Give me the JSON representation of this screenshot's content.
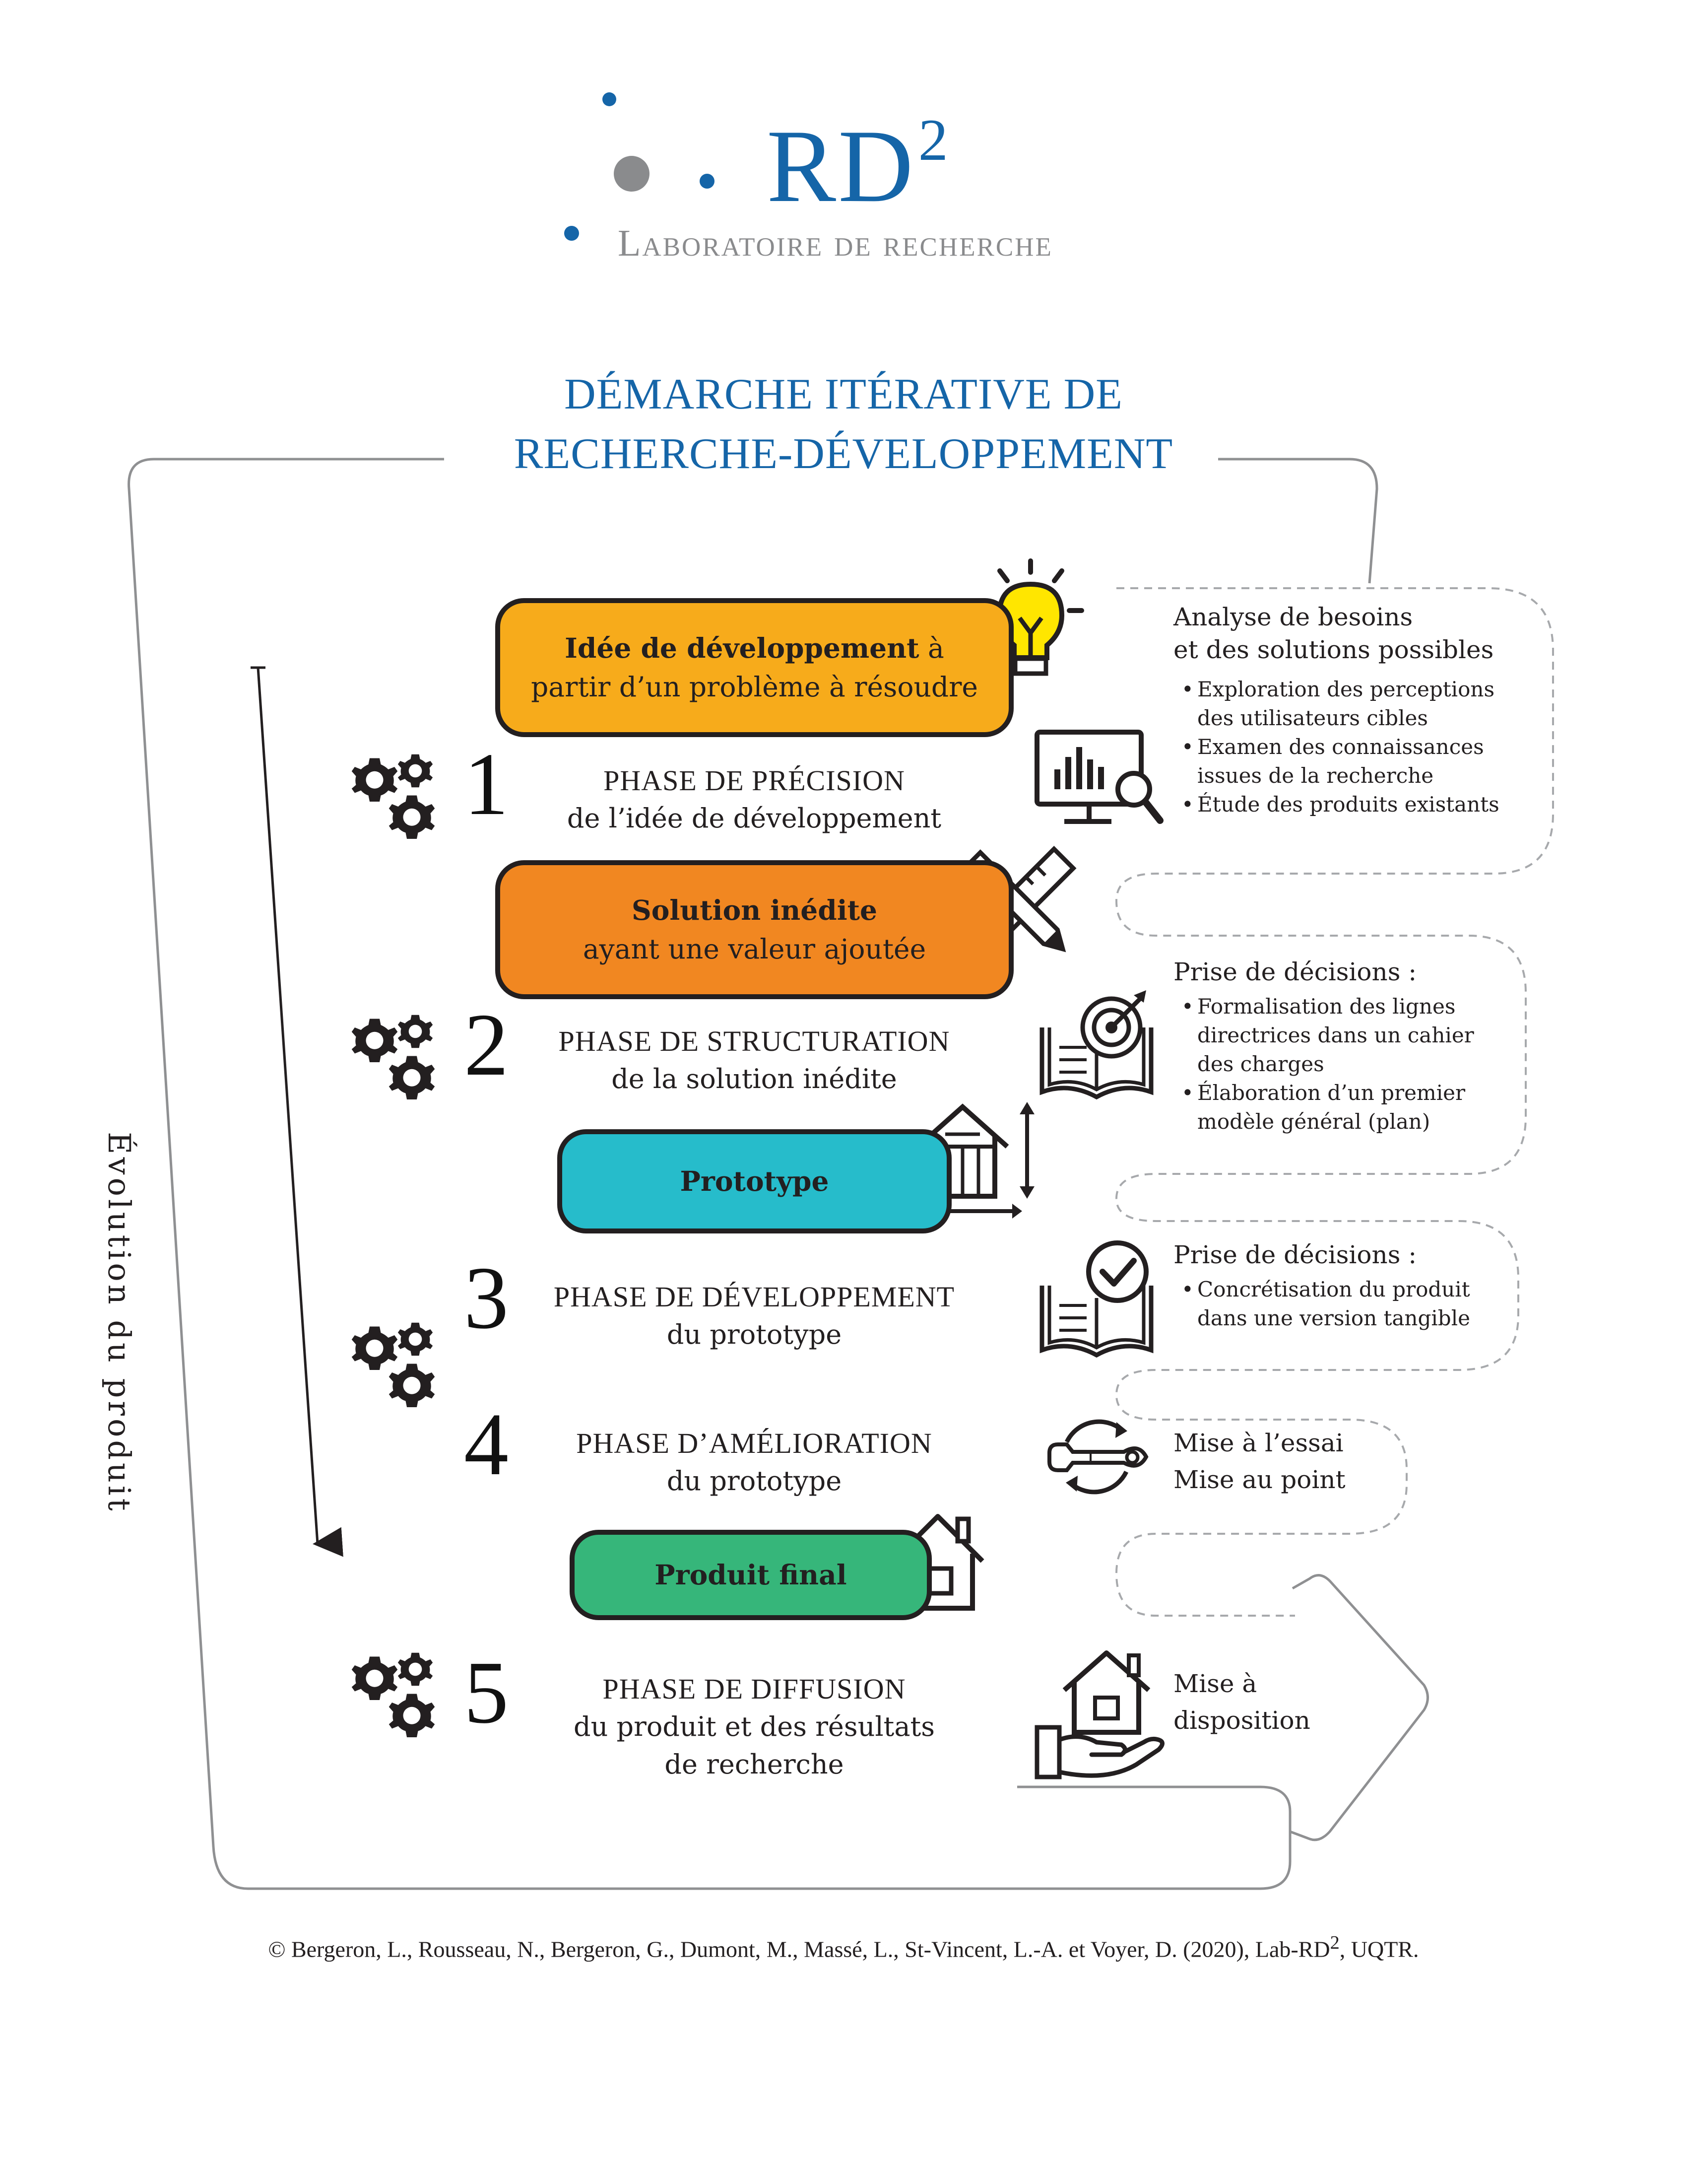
{
  "logo": {
    "name": "RD",
    "sup": "2",
    "subtitle": "Laboratoire de recherche"
  },
  "title": {
    "line1": "DÉMARCHE ITÉRATIVE DE",
    "line2": "RECHERCHE-DÉVELOPPEMENT"
  },
  "axis_label": "Évolution du produit",
  "boxes": [
    {
      "bold": "Idée de développement",
      "line1_rest": " à",
      "line2": "partir d’un problème à résoudre",
      "color": "#f7ab1b"
    },
    {
      "bold": "Solution inédite",
      "line2": "ayant une valeur ajoutée",
      "color": "#f18721"
    },
    {
      "bold": "Prototype",
      "color": "#26bccb"
    },
    {
      "bold": "Produit final",
      "color": "#36b67a"
    }
  ],
  "phases": [
    {
      "number": "1",
      "line1": "PHASE DE PRÉCISION",
      "line2": "de l’idée de développement",
      "icon": "analytics-monitor-icon"
    },
    {
      "number": "2",
      "line1": "PHASE DE STRUCTURATION",
      "line2": "de la solution inédite",
      "icon": "book-target-icon"
    },
    {
      "number": "3",
      "line1": "PHASE DE DÉVELOPPEMENT",
      "line2": "du prototype",
      "icon": "book-check-icon"
    },
    {
      "number": "4",
      "line1": "PHASE D’AMÉLIORATION",
      "line2": "du prototype",
      "icon": "wrench-cycle-icon"
    },
    {
      "number": "5",
      "line1": "PHASE DE DIFFUSION",
      "line2": "du produit et des résultats",
      "line3": "de recherche",
      "icon": "hand-house-icon"
    }
  ],
  "notes": [
    {
      "heading1": "Analyse de besoins",
      "heading2": "et des solutions possibles",
      "items": [
        {
          "a": "Exploration des perceptions",
          "b": "des utilisateurs cibles"
        },
        {
          "a": "Examen des connaissances",
          "b": "issues de la recherche"
        },
        {
          "a": "Étude des produits existants"
        }
      ]
    },
    {
      "heading1": "Prise de décisions :",
      "items": [
        {
          "a": "Formalisation des lignes",
          "b": "directrices dans un cahier",
          "c": "des charges"
        },
        {
          "a": "Élaboration d’un premier",
          "b": "modèle général (plan)"
        }
      ]
    },
    {
      "heading1": "Prise de décisions :",
      "items": [
        {
          "a": "Concrétisation du produit",
          "b": "dans une version tangible"
        }
      ]
    },
    {
      "heading1": "Mise à l’essai",
      "heading2": "Mise au point"
    },
    {
      "heading1": "Mise à",
      "heading2": "disposition"
    }
  ],
  "footer": {
    "text": "© Bergeron, L., Rousseau, N., Bergeron, G., Dumont, M., Massé, L., St-Vincent, L.-A. et Voyer, D. (2020), Lab-RD",
    "sup": "2",
    "tail": ", UQTR."
  },
  "colors": {
    "accent_blue": "#1565a8",
    "logo_gray": "#8a8b8d",
    "frame_gray": "#8f9092",
    "dash_gray": "#a7a9ac"
  }
}
